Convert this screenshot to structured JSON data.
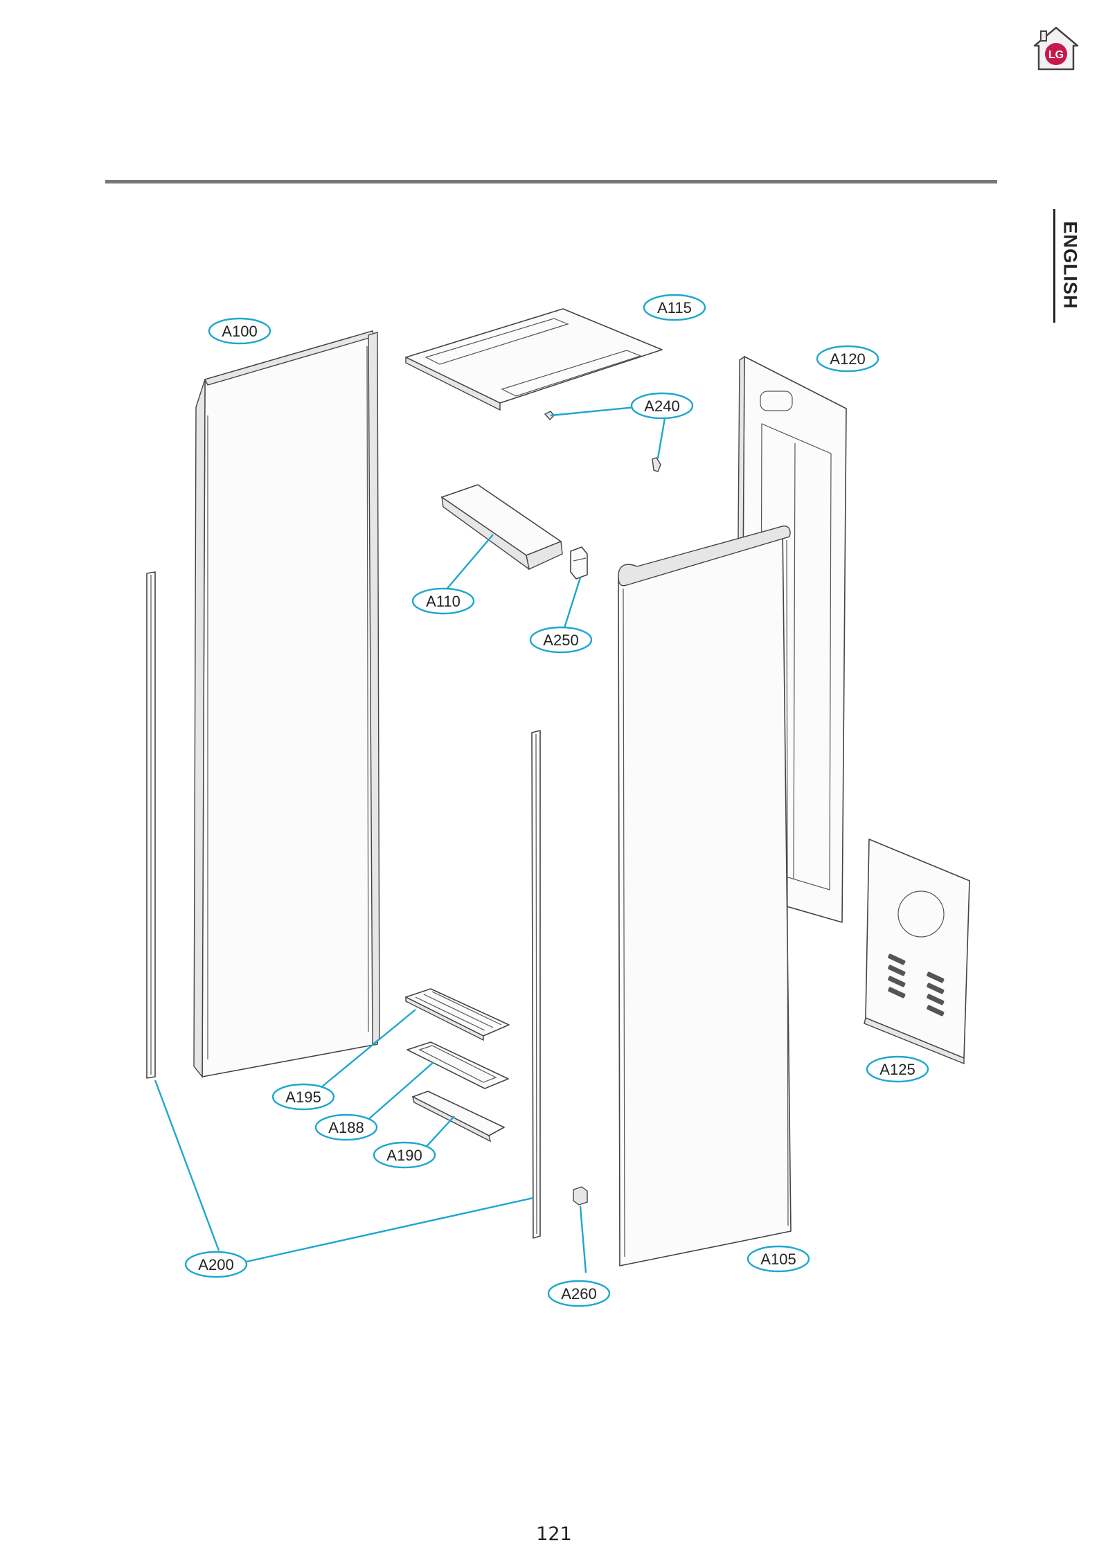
{
  "header": {
    "language_tab": "ENGLISH",
    "home_icon": "lg-home-icon"
  },
  "diagram": {
    "callouts": [
      {
        "id": "A100",
        "label": "A100"
      },
      {
        "id": "A115",
        "label": "A115"
      },
      {
        "id": "A120",
        "label": "A120"
      },
      {
        "id": "A240",
        "label": "A240"
      },
      {
        "id": "A110",
        "label": "A110"
      },
      {
        "id": "A250",
        "label": "A250"
      },
      {
        "id": "A125",
        "label": "A125"
      },
      {
        "id": "A195",
        "label": "A195"
      },
      {
        "id": "A188",
        "label": "A188"
      },
      {
        "id": "A190",
        "label": "A190"
      },
      {
        "id": "A200",
        "label": "A200"
      },
      {
        "id": "A105",
        "label": "A105"
      },
      {
        "id": "A260",
        "label": "A260"
      }
    ]
  },
  "footer": {
    "page_number": "121"
  },
  "colors": {
    "callout": "#1ea6cf",
    "rule": "#777777",
    "brand": "#c8174b"
  }
}
